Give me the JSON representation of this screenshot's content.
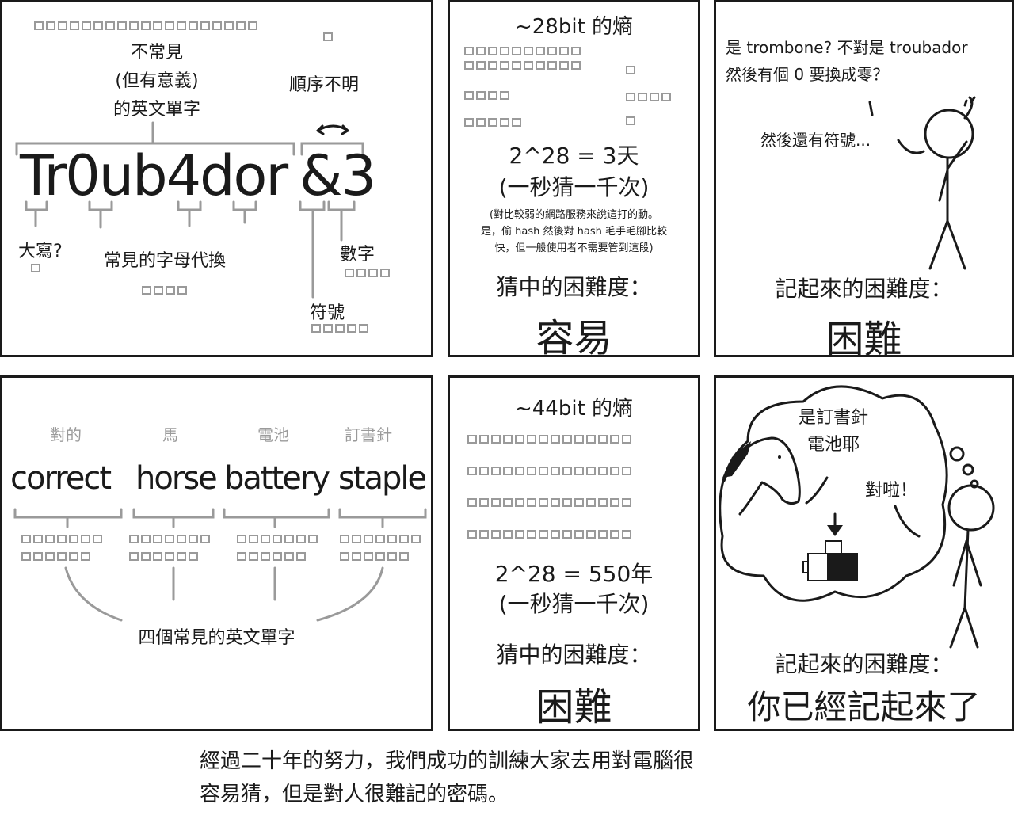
{
  "panel1": {
    "label_uncommon": "不常見\n(但有意義)\n的英文單字",
    "label_order": "順序不明",
    "password_main": "Tr0ub4dor",
    "password_suffix": "&3",
    "label_caps": "大寫?",
    "label_substitution": "常見的字母代換",
    "label_digit": "數字",
    "label_symbol": "符號"
  },
  "panel2": {
    "entropy": "~28bit 的熵",
    "calc": "2^28 = 3天",
    "rate": "(一秒猜一千次)",
    "note": "(對比較弱的網路服務來說這打的動。\n是，偷 hash 然後對 hash 毛手毛腳比較\n快，但一般使用者不需要管到這段)",
    "difficulty_label": "猜中的困難度：",
    "difficulty_value": "容易"
  },
  "panel3": {
    "thought": "是 trombone? 不對是 troubador\n然後有個 0 要換成零？",
    "thought2": "然後還有符號...",
    "memory_label": "記起來的困難度：",
    "memory_value": "困難"
  },
  "panel4": {
    "hint1": "對的",
    "hint2": "馬",
    "hint3": "電池",
    "hint4": "訂書針",
    "word1": "correct",
    "word2": "horse",
    "word3": "battery",
    "word4": "staple",
    "label_words": "四個常見的英文單字"
  },
  "panel5": {
    "entropy": "~44bit 的熵",
    "calc": "2^28 = 550年",
    "rate": "(一秒猜一千次)",
    "difficulty_label": "猜中的困難度：",
    "difficulty_value": "困難"
  },
  "panel6": {
    "bubble": "是訂書針\n電池耶",
    "reply": "對啦！",
    "memory_label": "記起來的困難度：",
    "memory_value": "你已經記起來了"
  },
  "caption": "經過二十年的努力，我們成功的訓練大家去用對電腦很\n容易猜，但是對人很難記的密碼。"
}
